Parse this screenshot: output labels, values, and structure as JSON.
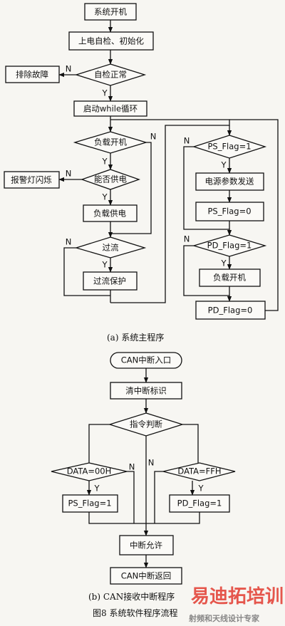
{
  "diagram_a": {
    "start": "系统开机",
    "init": "上电自检、初始化",
    "selfcheck": "自检正常",
    "fault": "排除故障",
    "loop": "启动while循环",
    "load_on_q": "负载开机",
    "supply_q": "能否供电",
    "alarm": "报警灯闪烁",
    "load_supply": "负载供电",
    "overcurrent_q": "过流",
    "protect": "过流保护",
    "ps_flag_q": "PS_Flag=1",
    "power_send": "电源参数发送",
    "ps_flag_reset": "PS_Flag=0",
    "pd_flag_q": "PD_Flag=1",
    "load_on": "负载开机",
    "pd_flag_reset": "PD_Flag=0",
    "caption": "(a)  系统主程序"
  },
  "diagram_b": {
    "entry": "CAN中断入口",
    "clear": "清中断标识",
    "cmd_q": "指令判断",
    "data00_q": "DATA=00H",
    "dataff_q": "DATA=FFH",
    "ps_set": "PS_Flag=1",
    "pd_set": "PD_Flag=1",
    "allow": "中断允许",
    "ret": "CAN中断返回",
    "caption": "(b)  CAN接收中断程序"
  },
  "labels": {
    "y": "Y",
    "n": "N"
  },
  "figure_caption": "图8   系统软件程序流程",
  "watermark": {
    "main": "易迪拓培训",
    "sub": "射频和天线设计专家"
  }
}
